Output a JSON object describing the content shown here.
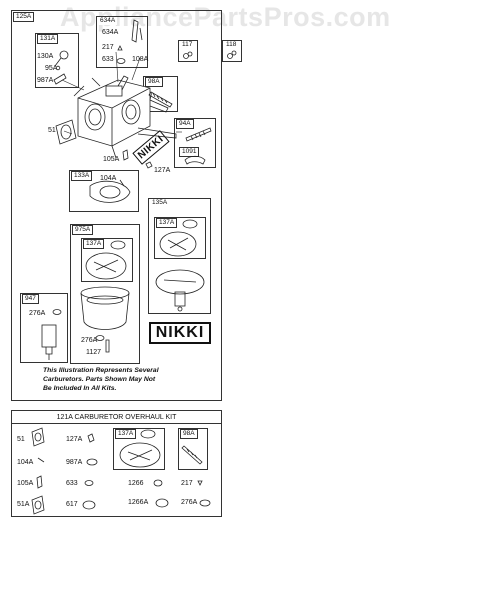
{
  "watermark": "AppliancePartsPros.com",
  "main": {
    "group_tag": "125A",
    "tags": {
      "t131A": "131A",
      "t634A_box": "634A",
      "t117": "117",
      "t118": "118",
      "t98A": "98A",
      "t94A": "94A",
      "t1091": "1091",
      "t133A": "133A",
      "t135A": "135A",
      "t137A_right": "137A",
      "t975A": "975A",
      "t137A_mid": "137A",
      "t947": "947"
    },
    "labels": {
      "l130A": "130A",
      "l95A": "95A",
      "l987A": "987A",
      "l634A": "634A",
      "l217": "217",
      "l633": "633",
      "l108A": "108A",
      "l51": "51",
      "l105A": "105A",
      "l127A": "127A",
      "l104A": "104A",
      "l276A_left": "276A",
      "l276A_mid": "276A",
      "l1127": "1127"
    },
    "nikki_small": "NIKKI",
    "nikki_large": "NIKKI",
    "note_lines": [
      "This Illustration Represents Several",
      "Carburetors. Parts Shown May Not",
      "Be Included In All Kits."
    ]
  },
  "kit": {
    "title": "121A CARBURETOR OVERHAUL KIT",
    "tags": {
      "t137A": "137A",
      "t98A": "98A"
    },
    "labels": {
      "k51": "51",
      "k127A": "127A",
      "k104A": "104A",
      "k987A": "987A",
      "k105A": "105A",
      "k633": "633",
      "k51A": "51A",
      "k617": "617",
      "k1266": "1266",
      "k1266A": "1266A",
      "k217": "217",
      "k276A": "276A"
    }
  }
}
